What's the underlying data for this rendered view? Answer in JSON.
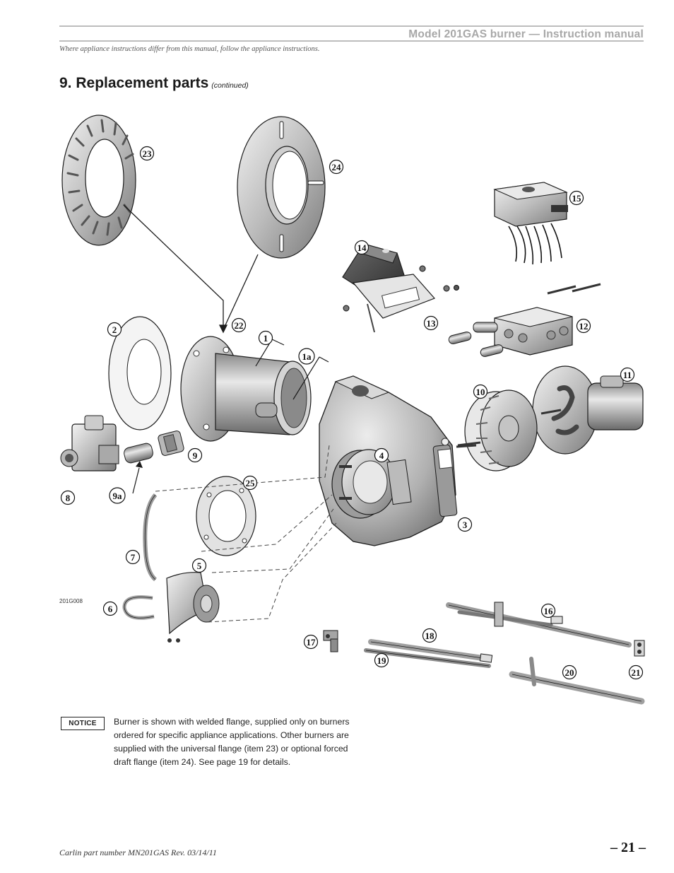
{
  "header": {
    "manual_title": "Model 201GAS burner — Instruction manual",
    "subnote": "Where appliance instructions differ from this manual, follow the appliance instructions."
  },
  "section": {
    "heading": "9.  Replacement parts",
    "continued": "(continued)"
  },
  "diagram": {
    "drawing_code": "201G008",
    "callouts": {
      "c1": "1",
      "c1a": "1a",
      "c2": "2",
      "c3": "3",
      "c4": "4",
      "c5": "5",
      "c6": "6",
      "c7": "7",
      "c8": "8",
      "c9": "9",
      "c9a": "9a",
      "c10": "10",
      "c11": "11",
      "c12": "12",
      "c13": "13",
      "c14": "14",
      "c15": "15",
      "c16": "16",
      "c17": "17",
      "c18": "18",
      "c19": "19",
      "c20": "20",
      "c21": "21",
      "c22": "22",
      "c23": "23",
      "c24": "24",
      "c25": "25"
    },
    "colors": {
      "metal_light": "#d9d9d9",
      "metal_mid": "#a9a9a9",
      "metal_dark": "#6e6e6e",
      "outline": "#1c1c1c"
    }
  },
  "notice": {
    "badge": "NOTICE",
    "text": "Burner is shown with welded flange, supplied only on burners ordered for specific appliance applications. Other burners are supplied with the universal flange (item 23) or optional forced draft flange (item 24). See page 19 for details."
  },
  "footer": {
    "part_number": "Carlin part number MN201GAS Rev.  03/14/11",
    "page": "– 21 –"
  }
}
